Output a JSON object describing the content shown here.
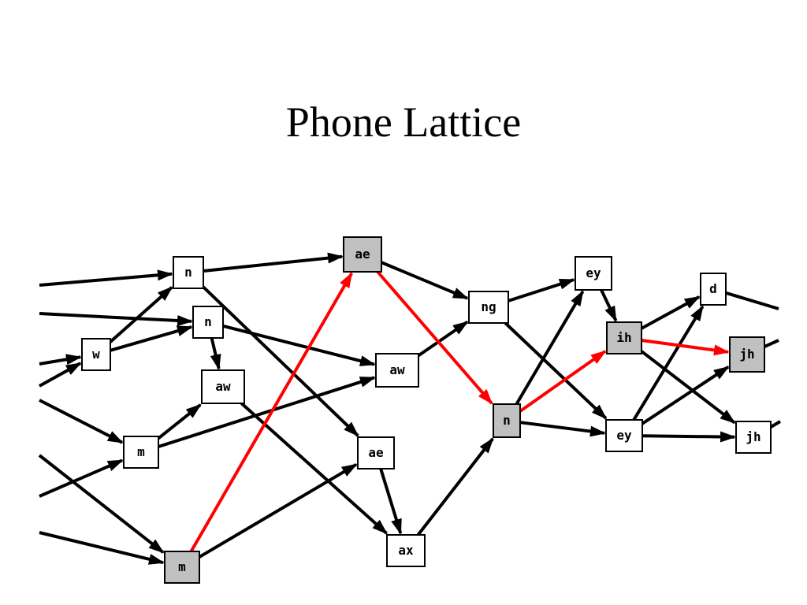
{
  "title": "Phone Lattice",
  "colors": {
    "normal_node": "#ffffff",
    "highlight_node": "#c0c0c0",
    "normal_edge": "#000000",
    "highlight_edge": "#ff0000"
  },
  "nodes": [
    {
      "id": "n-top",
      "label": "n",
      "highlight": false
    },
    {
      "id": "ae-top",
      "label": "ae",
      "highlight": true
    },
    {
      "id": "n-mid",
      "label": "n",
      "highlight": false
    },
    {
      "id": "w",
      "label": "w",
      "highlight": false
    },
    {
      "id": "aw-left",
      "label": "aw",
      "highlight": false
    },
    {
      "id": "aw-mid",
      "label": "aw",
      "highlight": false
    },
    {
      "id": "m-mid",
      "label": "m",
      "highlight": false
    },
    {
      "id": "m-bottom",
      "label": "m",
      "highlight": true
    },
    {
      "id": "ae-bottom",
      "label": "ae",
      "highlight": false
    },
    {
      "id": "ax",
      "label": "ax",
      "highlight": false
    },
    {
      "id": "ng",
      "label": "ng",
      "highlight": false
    },
    {
      "id": "n-right",
      "label": "n",
      "highlight": true
    },
    {
      "id": "ey-top",
      "label": "ey",
      "highlight": false
    },
    {
      "id": "ih",
      "label": "ih",
      "highlight": true
    },
    {
      "id": "ey-bottom",
      "label": "ey",
      "highlight": false
    },
    {
      "id": "d",
      "label": "d",
      "highlight": false
    },
    {
      "id": "jh-top",
      "label": "jh",
      "highlight": true
    },
    {
      "id": "jh-bottom",
      "label": "jh",
      "highlight": false
    }
  ],
  "edges": [
    {
      "from": "n-top",
      "to": "ae-top",
      "highlight": false
    },
    {
      "from": "n-top",
      "to": "ae-bottom",
      "highlight": false
    },
    {
      "from": "w",
      "to": "n-top",
      "highlight": false
    },
    {
      "from": "w",
      "to": "n-mid",
      "highlight": false
    },
    {
      "from": "n-mid",
      "to": "aw-left",
      "highlight": false
    },
    {
      "from": "n-mid",
      "to": "aw-mid",
      "highlight": false
    },
    {
      "from": "m-mid",
      "to": "aw-left",
      "highlight": false
    },
    {
      "from": "m-mid",
      "to": "aw-mid",
      "highlight": false
    },
    {
      "from": "aw-left",
      "to": "ax",
      "highlight": false
    },
    {
      "from": "m-bottom",
      "to": "ae-top",
      "highlight": true
    },
    {
      "from": "m-bottom",
      "to": "ae-bottom",
      "highlight": false
    },
    {
      "from": "ae-top",
      "to": "ng",
      "highlight": false
    },
    {
      "from": "ae-top",
      "to": "n-right",
      "highlight": true
    },
    {
      "from": "aw-mid",
      "to": "ng",
      "highlight": false
    },
    {
      "from": "ae-bottom",
      "to": "ax",
      "highlight": false
    },
    {
      "from": "ax",
      "to": "n-right",
      "highlight": false
    },
    {
      "from": "ng",
      "to": "ey-top",
      "highlight": false
    },
    {
      "from": "ng",
      "to": "ey-bottom",
      "highlight": false
    },
    {
      "from": "n-right",
      "to": "ey-top",
      "highlight": false
    },
    {
      "from": "n-right",
      "to": "ih",
      "highlight": true
    },
    {
      "from": "n-right",
      "to": "ey-bottom",
      "highlight": false
    },
    {
      "from": "ey-top",
      "to": "ih",
      "highlight": false
    },
    {
      "from": "ih",
      "to": "d",
      "highlight": false
    },
    {
      "from": "ih",
      "to": "jh-top",
      "highlight": true
    },
    {
      "from": "ih",
      "to": "jh-bottom",
      "highlight": false
    },
    {
      "from": "ey-bottom",
      "to": "d",
      "highlight": false
    },
    {
      "from": "ey-bottom",
      "to": "jh-top",
      "highlight": false
    },
    {
      "from": "ey-bottom",
      "to": "jh-bottom",
      "highlight": false
    }
  ]
}
